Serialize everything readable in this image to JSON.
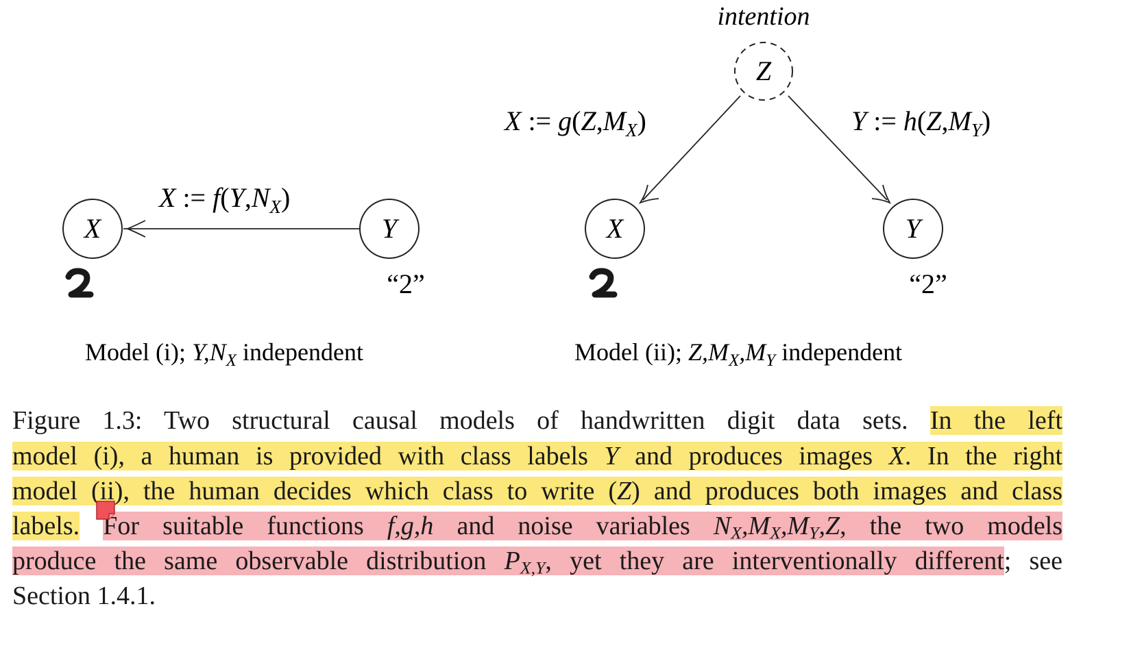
{
  "figure": {
    "left_model": {
      "node_x": "X",
      "node_y": "Y",
      "edge_label": {
        "lhs": "X",
        "assign": " := ",
        "fn": "f",
        "args": [
          "Y",
          "N"
        ],
        "sub": "X"
      },
      "y_quote": "“2”",
      "caption": {
        "prefix": "Model (i);",
        "vars": "Y,N",
        "sub": "X",
        "suffix": "independent"
      }
    },
    "right_model": {
      "node_z": "Z",
      "node_x": "X",
      "node_y": "Y",
      "z_label": "intention",
      "edge_left_label": {
        "text": "X := g(Z,M",
        "sub": "X",
        "close": ")"
      },
      "edge_right_label": {
        "text": "Y := h(Z,M",
        "sub": "Y",
        "close": ")"
      },
      "y_quote": "“2”",
      "caption": {
        "prefix": "Model (ii);",
        "vars": "Z,M",
        "sub1": "X",
        "mid": ",M",
        "sub2": "Y",
        "suffix": "independent"
      }
    }
  },
  "caption": {
    "line1_plain": "Figure 1.3:  Two structural causal models of handwritten digit data sets.  ",
    "line1_hl": "In the left",
    "line2_a": "model (i), a human is provided with class labels ",
    "line2_y": "Y",
    "line2_b": " and produces images ",
    "line2_x": "X",
    "line2_c": ".  In the right",
    "line3_a": "model (ii), the human decides which class to write (",
    "line3_z": "Z",
    "line3_b": ") and produces both images and class",
    "line4_hl_y": "labels.",
    "line4_gap": "  ",
    "line4_hl_r": "For suitable functions ",
    "line4_fgh": "f,g,h",
    "line4_b": " and noise variables ",
    "line4_n": "N",
    "line4_nsub": "X",
    "line4_m1": ",M",
    "line4_m1sub": "X",
    "line4_m2": ",M",
    "line4_m2sub": "Y",
    "line4_z": ",Z",
    "line4_c": ", the two models",
    "line5_hl_a": "produce the same observable distribution ",
    "line5_p": "P",
    "line5_psub": "X,Y",
    "line5_hl_b": ", yet they are interventionally different",
    "line5_plain": "; see",
    "line6": "Section 1.4.1."
  },
  "colors": {
    "highlight_yellow": "#fbe77a",
    "highlight_red": "#f6b3b8",
    "note_icon": "#f0525a"
  },
  "icons": {
    "note": "sticky-note-icon"
  }
}
